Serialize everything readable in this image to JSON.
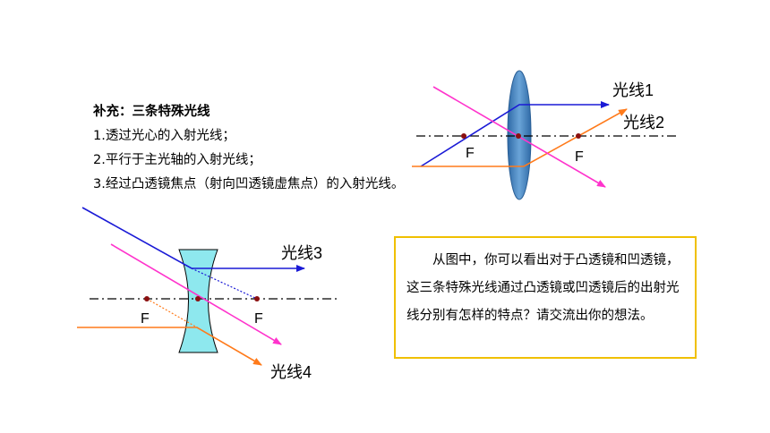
{
  "supplement": {
    "title": "补充：三条特殊光线",
    "items": [
      "1.透过光心的入射光线；",
      "2.平行于主光轴的入射光线；",
      "3.经过凸透镜焦点（射向凹透镜虚焦点）的入射光线。"
    ]
  },
  "convex_diagram": {
    "ray_label_1": "光线1",
    "ray_label_2": "光线2",
    "focus_left": "F",
    "focus_right": "F"
  },
  "concave_diagram": {
    "ray_label_3": "光线3",
    "ray_label_4": "光线4",
    "focus_left": "F",
    "focus_right": "F"
  },
  "question": {
    "text": "从图中，你可以看出对于凸透镜和凹透镜，这三条特殊光线通过凸透镜或凹透镜后的出射光线分别有怎样的特点？请交流出你的想法。"
  },
  "colors": {
    "ray_blue": "#1a1ad6",
    "ray_magenta": "#ff33cc",
    "ray_orange": "#ff7a1a",
    "convex_lens": "#4a86c0",
    "concave_lens": "#8ee8ee",
    "box_border": "#f0c000"
  }
}
